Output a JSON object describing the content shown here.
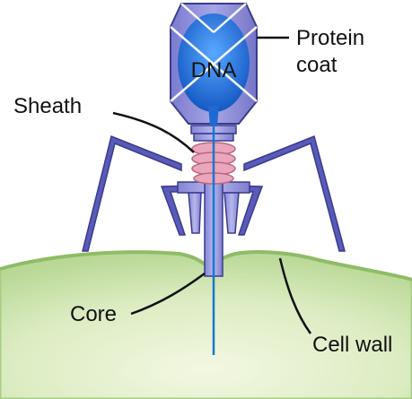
{
  "diagram": {
    "labels": {
      "dna": "DNA",
      "protein_line1": "Protein",
      "protein_line2": "coat",
      "sheath": "Sheath",
      "core": "Core",
      "cell_wall": "Cell wall"
    },
    "colors": {
      "capsid_fill": "#8c8cd8",
      "capsid_stroke": "#3b3b8f",
      "dna_fill": "#1f6fd6",
      "sheath_coil": "#e9a2b8",
      "collar": "#9a9adf",
      "leg": "#5a5ab8",
      "cell_fill": "#d9ecc0",
      "cell_edge": "#a9cc84",
      "core_line": "#1976d2"
    }
  }
}
